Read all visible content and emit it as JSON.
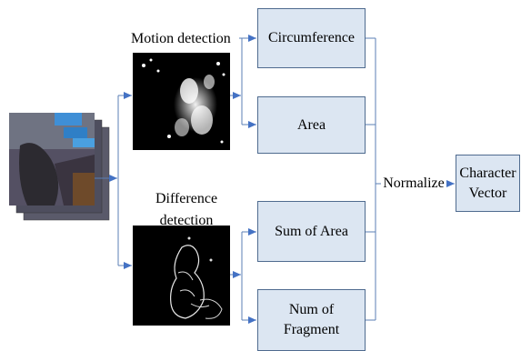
{
  "labels": {
    "motion_detection": "Motion detection",
    "difference_detection": "Difference detection",
    "normalize": "Normalize"
  },
  "boxes": {
    "circumference": "Circumference",
    "area": "Area",
    "sum_of_area": "Sum of Area",
    "num_of_fragment": "Num of Fragment",
    "character_vector": "Character Vector"
  },
  "colors": {
    "box_fill": "#dce6f2",
    "box_border": "#4f6b8f",
    "connector": "#5b7fb5",
    "arrowhead": "#4472c4",
    "image_background": "#000000"
  }
}
